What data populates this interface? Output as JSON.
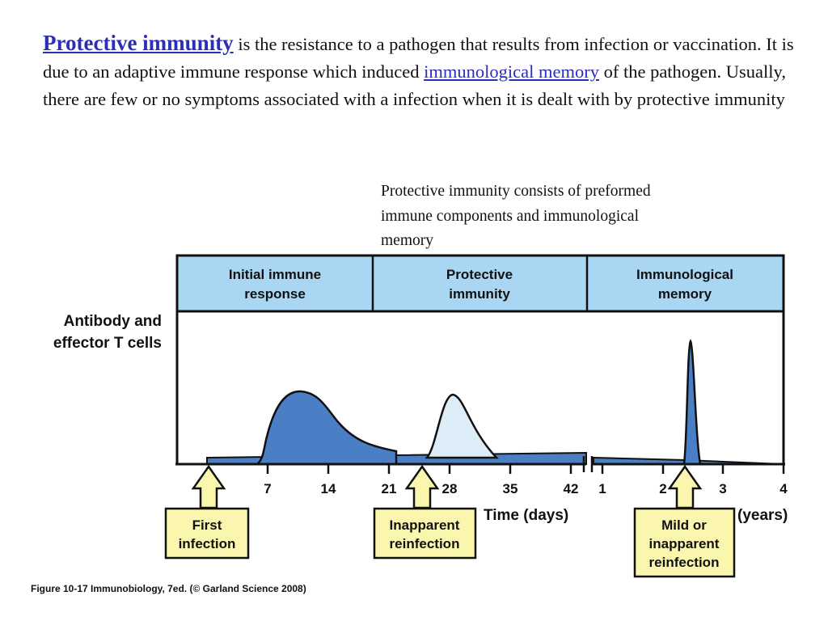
{
  "intro": {
    "term": "Protective immunity",
    "line1_rest": " is the resistance to a pathogen that results from infection or vaccination.  It is due to an adaptive immune response which induced ",
    "link": "immunological memory",
    "line2_rest": " of the pathogen.  Usually, there are few or no symptoms associated with a infection when it is dealt with by protective immunity"
  },
  "note": "Protective immunity consists of preformed immune components and immunological memory",
  "figure": {
    "y_label_1": "Antibody and",
    "y_label_2": "effector T cells",
    "phases": [
      {
        "line1": "Initial immune",
        "line2": "response"
      },
      {
        "line1": "Protective",
        "line2": "immunity"
      },
      {
        "line1": "Immunological",
        "line2": "memory"
      }
    ],
    "days_ticks": [
      "7",
      "14",
      "21",
      "28",
      "35",
      "42"
    ],
    "years_ticks": [
      "1",
      "2",
      "3",
      "4"
    ],
    "time_days_label": "Time (days)",
    "time_years_label": "(years)",
    "events": [
      {
        "line1": "First",
        "line2": "infection",
        "line3": ""
      },
      {
        "line1": "Inapparent",
        "line2": "reinfection",
        "line3": ""
      },
      {
        "line1": "Mild or",
        "line2": "inapparent",
        "line3": "reinfection"
      }
    ],
    "colors": {
      "header_fill": "#a9d6f2",
      "response_fill": "#4a7fc5",
      "reinfection_fill": "#dcedf8",
      "arrow_fill": "#fbf6ae",
      "box_fill": "#fbf6ae"
    }
  },
  "caption": "Figure 10-17  Immunobiology, 7ed. (© Garland Science 2008)"
}
